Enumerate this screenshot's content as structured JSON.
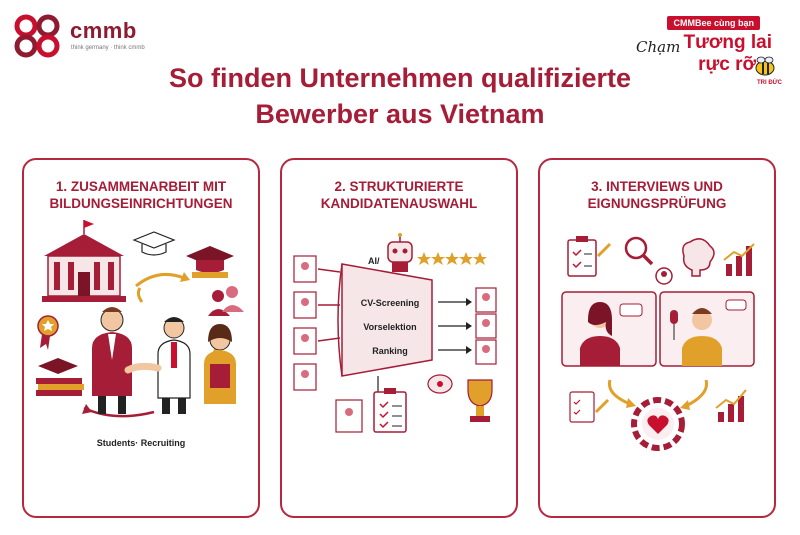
{
  "brand": {
    "name": "cmmb",
    "tagline": "think germany · think cmmb",
    "colors": {
      "primary": "#a51d36",
      "accent": "#c8102e",
      "gold": "#e0a02a"
    }
  },
  "badge": {
    "tag": "CMMBee cùng bạn",
    "line1": "Tương lai",
    "script": "Chạm",
    "line2": "rực rỡ",
    "mini": "TRI ĐỨC"
  },
  "headline": {
    "line1": "So finden Unternehmen qualifizierte",
    "line2": "Bewerber aus Vietnam"
  },
  "cards": [
    {
      "title_line1": "1. ZUSAMMENARBEIT MIT",
      "title_line2": "BILDUNGSEINRICHTUNGEN",
      "caption": "Students· Recruiting",
      "icons": [
        "university-icon",
        "graduation-cap-icon",
        "handshake-icon",
        "award-ribbon-icon",
        "books-icon",
        "team-icon"
      ]
    },
    {
      "title_line1": "2. STRUKTURIERTE",
      "title_line2": "KANDIDATENAUSWAHL",
      "ai_label": "AI/",
      "funnel_steps": [
        "CV-Screening",
        "Vorselektion",
        "Ranking"
      ],
      "icons": [
        "robot-icon",
        "star-rating-icon",
        "cv-document-icon",
        "checklist-icon",
        "trophy-icon"
      ]
    },
    {
      "title_line1": "3. INTERVIEWS UND",
      "title_line2": "EIGNUNGSPRÜFUNG",
      "icons": [
        "checklist-icon",
        "magnifier-icon",
        "brain-icon",
        "bar-chart-icon",
        "video-call-icon",
        "gear-heart-icon"
      ]
    }
  ]
}
